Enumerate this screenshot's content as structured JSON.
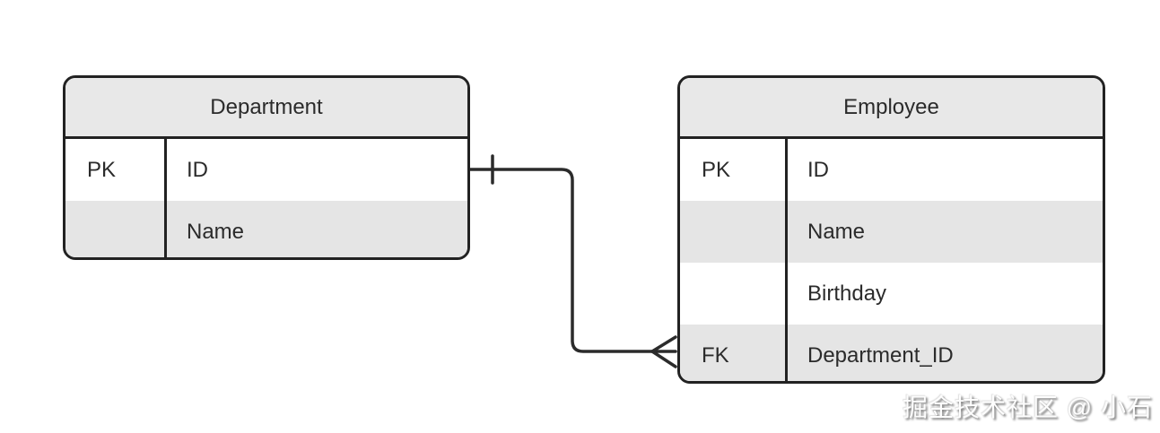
{
  "diagram": {
    "type": "er-diagram",
    "tables": [
      {
        "name": "Department",
        "rows": [
          {
            "key": "PK",
            "field": "ID"
          },
          {
            "key": "",
            "field": "Name"
          }
        ]
      },
      {
        "name": "Employee",
        "rows": [
          {
            "key": "PK",
            "field": "ID"
          },
          {
            "key": "",
            "field": "Name"
          },
          {
            "key": "",
            "field": "Birthday"
          },
          {
            "key": "FK",
            "field": "Department_ID"
          }
        ]
      }
    ],
    "relationship": {
      "from_table": "Department",
      "from_field": "ID",
      "to_table": "Employee",
      "to_field": "Department_ID",
      "from_cardinality": "one",
      "to_cardinality": "many"
    },
    "colors": {
      "header_bg": "#e8e8e8",
      "row_alt_bg": "#e5e5e5",
      "row_bg": "#ffffff",
      "border": "#222222",
      "line": "#2b2b2b",
      "text": "#2b2b2b"
    }
  },
  "watermark": {
    "text": "掘金技术社区 @ 小石"
  }
}
